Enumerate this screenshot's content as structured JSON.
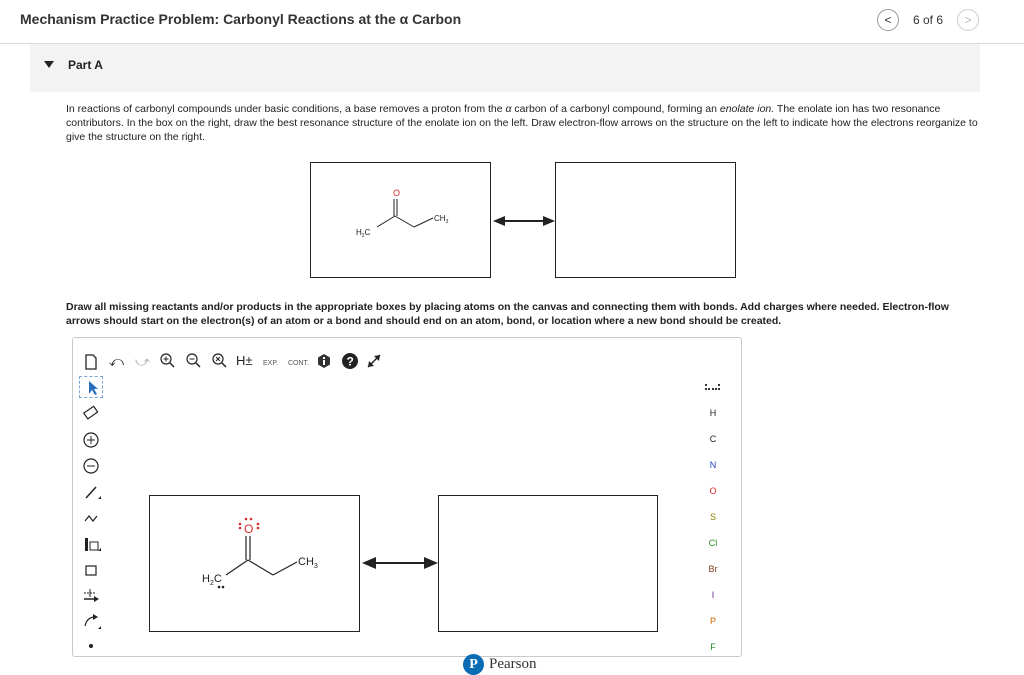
{
  "header": {
    "title": "Mechanism Practice Problem: Carbonyl Reactions at the α Carbon",
    "page_count": "6 of 6",
    "prev_glyph": "<",
    "next_glyph": ">"
  },
  "part": {
    "label": "Part A"
  },
  "intro": {
    "text_1": "In reactions of carbonyl compounds under basic conditions, a base removes a proton from the ",
    "alpha": "α",
    "text_2": " carbon of a carbonyl compound, forming an ",
    "enolate_term": "enolate ion.",
    "text_3": " The enolate ion has two resonance contributors. In the box on the right, draw the best resonance structure of the enolate ion on the left. Draw electron-flow arrows on the structure on the left to indicate how the electrons reorganize to give the structure on the right."
  },
  "instructions": "Draw all missing reactants and/or products in the appropriate boxes by placing atoms on the canvas and connecting them with bonds. Add charges where needed. Electron-flow arrows should start on the electron(s) of an atom or a bond and should end on an atom, bond, or location where a new bond should be created.",
  "structure": {
    "oxygen": "O",
    "left_group_main": "H",
    "left_group_sub": "2",
    "left_group_c": "C",
    "right_group_main": "CH",
    "right_group_sub": "3"
  },
  "toolbar": {
    "h_plus_label": "H±",
    "exp_label": "EXP.",
    "cont_label": "CONT."
  },
  "atoms": [
    "H",
    "C",
    "N",
    "O",
    "S",
    "Cl",
    "Br",
    "I",
    "P",
    "F"
  ],
  "colors": {
    "oxygen": "#d92b2b",
    "nitrogen": "#1f3fbf",
    "brand": "#0a6db3"
  },
  "footer": {
    "logo_letter": "P",
    "logo_text": "Pearson"
  }
}
